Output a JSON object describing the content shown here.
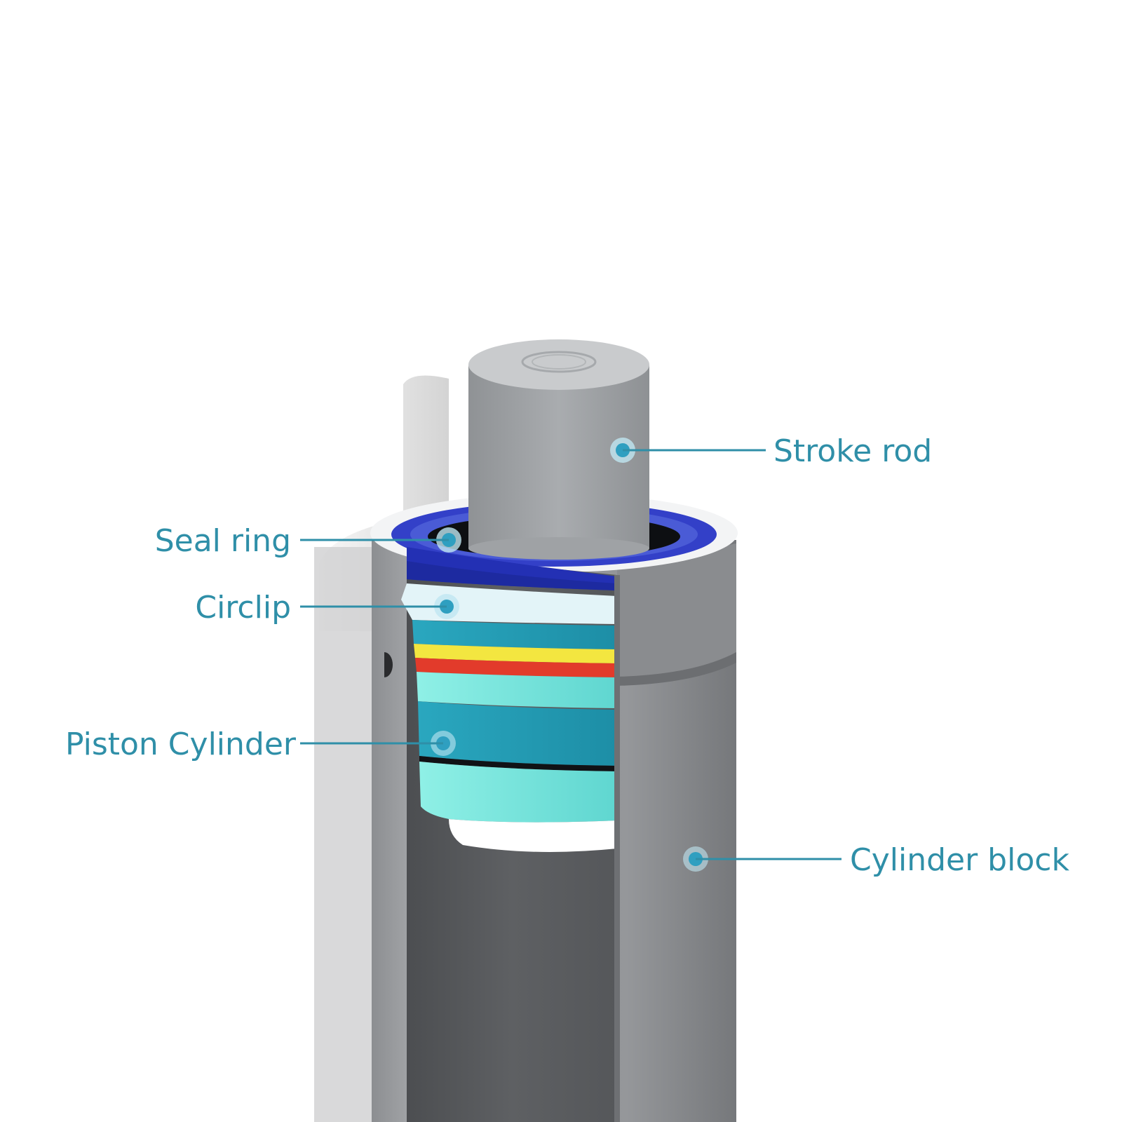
{
  "diagram": {
    "subject": "Gas spring cutaway",
    "accent_color": "#2f8fa8",
    "callout_dot_color": "#3aa6c4",
    "labels": {
      "stroke_rod": "Stroke rod",
      "seal_ring": "Seal ring",
      "circlip": "Circlip",
      "piston_cylinder": "Piston Cylinder",
      "cylinder_block": "Cylinder block"
    },
    "part_colors": {
      "rod": "#a3a6a9",
      "seal_ring": "#2e3cc4",
      "circlip": "#dff1f6",
      "piston_teal": "#1f9bb3",
      "band_yellow": "#f5e33a",
      "band_red": "#e43a2a",
      "band_aqua": "#7fe2d8",
      "cylinder": "#8b8d90"
    }
  }
}
